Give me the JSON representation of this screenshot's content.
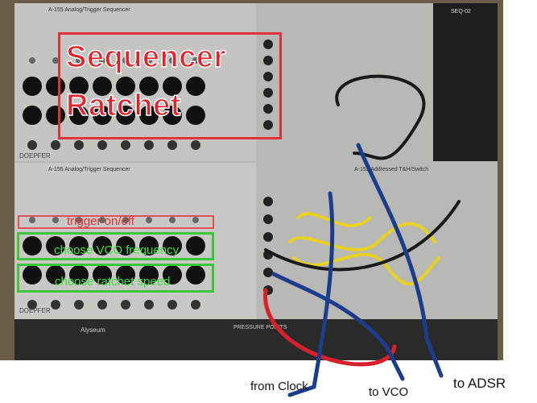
{
  "photo": {
    "module_labels": [
      "A-155 Analog/Trigger Sequencer",
      "A-152 Addressed T&H/Switch",
      "SEQ-02",
      "DOEPFER",
      "Alyseum",
      "PRESSURE POINTS"
    ]
  },
  "annotations": {
    "title_line1": "Sequencer",
    "title_line2": "Ratchet",
    "trigger": "trigger on/off",
    "vco_frequency": "choose VCO frequency",
    "ratchet_speed": "choose ratchet speed",
    "from_clock": "from Clock",
    "to_vco": "to VCO",
    "to_adsr": "to ADSR"
  },
  "colors": {
    "annotation_red": "#e0323c",
    "annotation_green": "#3cc43c",
    "cable_blue": "#1e3c8c",
    "cable_red": "#d8202a",
    "cable_yellow": "#e8d020"
  }
}
